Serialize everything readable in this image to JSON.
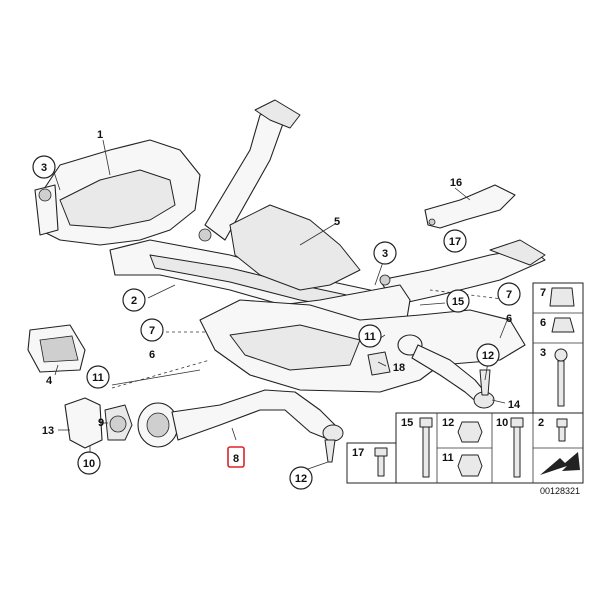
{
  "callouts": {
    "c1": "1",
    "c3a": "3",
    "c5": "5",
    "c3b": "3",
    "c16": "16",
    "c17a": "17",
    "c2": "2",
    "c7a": "7",
    "c6a": "6",
    "c15a": "15",
    "c11a": "11",
    "c18": "18",
    "c7b": "7",
    "c6b": "6",
    "c12a": "12",
    "c4": "4",
    "c11b": "11",
    "c14": "14",
    "c13": "13",
    "c9": "9",
    "c10": "10",
    "c8": "8",
    "c12b": "12"
  },
  "legend_grid": {
    "top_right": [
      "7",
      "6",
      "3",
      "2"
    ],
    "bottom_row_labels": [
      "15",
      "12",
      "10",
      "11",
      "17"
    ]
  },
  "highlighted_part": "8",
  "reference_number": "00128321",
  "colors": {
    "highlight": "#e0202a",
    "line": "#222222",
    "paper": "#ffffff"
  }
}
